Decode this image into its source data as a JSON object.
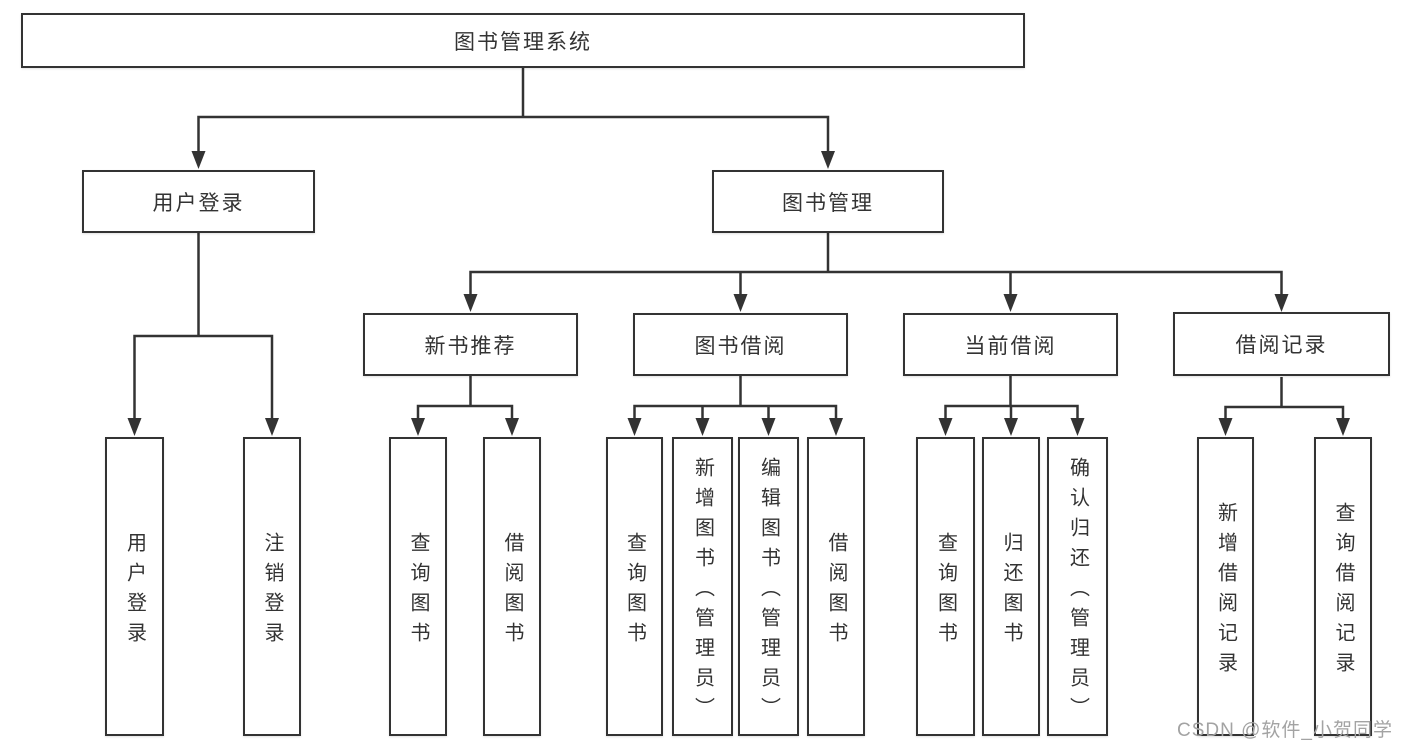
{
  "tree": {
    "root": {
      "label": "图书管理系统"
    },
    "branches": [
      {
        "label": "用户登录",
        "children": [
          {
            "label": "用户登录"
          },
          {
            "label": "注销登录"
          }
        ]
      },
      {
        "label": "图书管理",
        "children": [
          {
            "label": "新书推荐",
            "children": [
              {
                "label": "查询图书"
              },
              {
                "label": "借阅图书"
              }
            ]
          },
          {
            "label": "图书借阅",
            "children": [
              {
                "label": "查询图书"
              },
              {
                "label": "新增图书（管理员）"
              },
              {
                "label": "编辑图书（管理员）"
              },
              {
                "label": "借阅图书"
              }
            ]
          },
          {
            "label": "当前借阅",
            "children": [
              {
                "label": "查询图书"
              },
              {
                "label": "归还图书"
              },
              {
                "label": "确认归还（管理员）"
              }
            ]
          },
          {
            "label": "借阅记录",
            "children": [
              {
                "label": "新增借阅记录"
              },
              {
                "label": "查询借阅记录"
              }
            ]
          }
        ]
      }
    ]
  },
  "watermark": {
    "text": "CSDN @软件_小贺同学"
  },
  "colors": {
    "line": "#333333",
    "box_bg": "#ffffff",
    "text": "#333333",
    "watermark": "#a3a3a3",
    "background": "#ffffff"
  }
}
